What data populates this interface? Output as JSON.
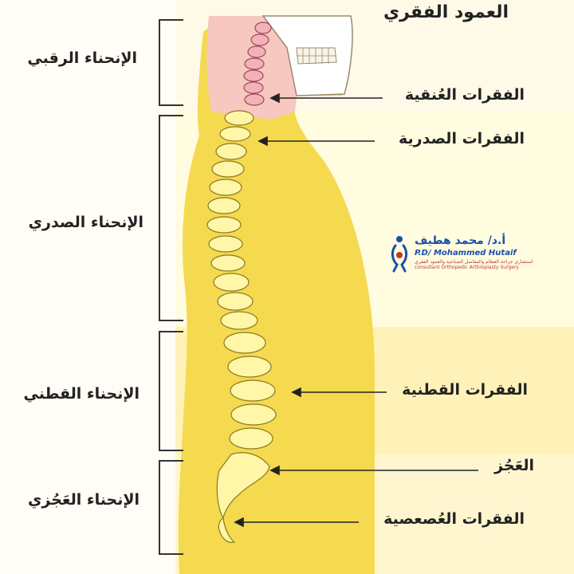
{
  "title": "العمود الفقري",
  "vertebrae_labels": {
    "cervical": "الفقرات العُنقية",
    "thoracic": "الفقرات الصدرية",
    "lumbar": "الفقرات القطنية",
    "sacrum": "العَجُز",
    "coccyx": "الفقرات العُصعصية"
  },
  "curvature_labels": {
    "cervical": "الإنحناء الرقبي",
    "thoracic": "الإنحناء الصدري",
    "lumbar": "الإنحناء القطني",
    "sacral": "الإنحناء العَجُزي"
  },
  "watermark": {
    "name_ar": "أ.د/ محمد هطيف",
    "name_en": "P.D/ Mohammed Hutaif",
    "subtitle_ar": "استشاري جراحة العظام والمفاصل الصناعية والعمود الفقري",
    "subtitle_en": "consultant Orthopedic Arthroplasty Surgery"
  },
  "colors": {
    "body": "#f7e06a",
    "body_dark": "#f3d24a",
    "neck": "#f6c8c0",
    "bone": "#fff6a8",
    "bone_outline": "#8a7a20",
    "bracket": "#333333",
    "brand_blue": "#1a4fa8",
    "brand_red": "#c0392b"
  }
}
